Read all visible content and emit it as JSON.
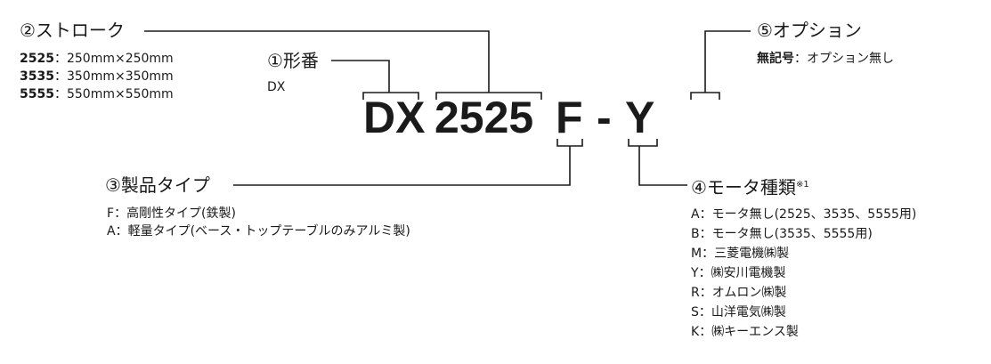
{
  "stroke": {
    "heading": "②ストローク",
    "items": [
      {
        "code": "2525",
        "sep": "：",
        "text": "250mm×250mm"
      },
      {
        "code": "3535",
        "sep": "：",
        "text": "350mm×350mm"
      },
      {
        "code": "5555",
        "sep": "：",
        "text": "550mm×550mm"
      }
    ]
  },
  "model": {
    "heading": "①形番",
    "value": "DX"
  },
  "option": {
    "heading": "⑤オプション",
    "code": "無記号",
    "sep": "：",
    "text": "オプション無し"
  },
  "part_number": {
    "dx": "DX",
    "stroke": "2525",
    "type": "F",
    "dash": "-",
    "motor": "Y"
  },
  "product_type": {
    "heading": "③製品タイプ",
    "items": [
      {
        "code": "F",
        "sep": "：",
        "text": "高剛性タイプ(鉄製)"
      },
      {
        "code": "A",
        "sep": "：",
        "text": "軽量タイプ(ベース・トップテーブルのみアルミ製)"
      }
    ]
  },
  "motor_type": {
    "heading": "④モータ種類",
    "note": "※1",
    "items": [
      {
        "code": "A",
        "sep": "：",
        "text": "モータ無し(2525、3535、5555用)"
      },
      {
        "code": "B",
        "sep": "：",
        "text": "モータ無し(3535、5555用)"
      },
      {
        "code": "M",
        "sep": "：",
        "text": "三菱電機㈱製"
      },
      {
        "code": "Y",
        "sep": "：",
        "text": "㈱安川電機製"
      },
      {
        "code": "R",
        "sep": "：",
        "text": "オムロン㈱製"
      },
      {
        "code": "S",
        "sep": "：",
        "text": "山洋電気㈱製"
      },
      {
        "code": "K",
        "sep": "：",
        "text": "㈱キーエンス製"
      }
    ]
  },
  "colors": {
    "text": "#1a1a1a",
    "line": "#1a1a1a",
    "background": "#ffffff"
  }
}
